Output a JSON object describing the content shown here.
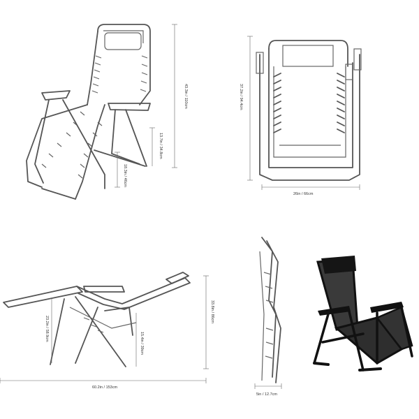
{
  "views": {
    "front_angle": {
      "height_label": "43.3in / 110cm",
      "mid_label": "13.7in / 34.8cm",
      "seat_label": "18.3in / 46cm"
    },
    "front": {
      "height_label": "37.2in / 94.4cm",
      "width_label": "26in / 66cm"
    },
    "side_reclined": {
      "length_label": "60.2in / 153cm",
      "height_label": "33.8in / 86cm",
      "seat_label": "23.2in / 58.9cm",
      "arm_label": "15.4in / 39cm"
    },
    "folded": {
      "depth_label": "5in / 12.7cm"
    }
  },
  "colors": {
    "line": "#555555",
    "photo_frame": "#111111",
    "mesh": "#2a2a2a"
  }
}
